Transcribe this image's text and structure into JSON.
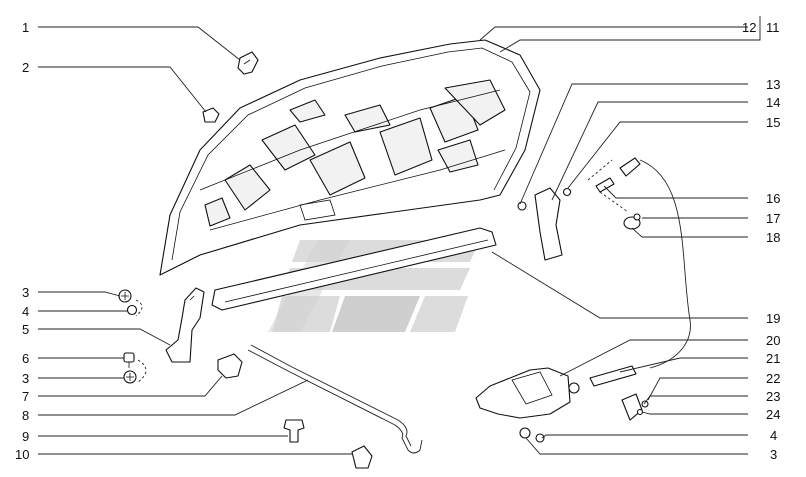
{
  "diagram": {
    "labels_left": [
      "1",
      "2",
      "3",
      "4",
      "5",
      "6",
      "3",
      "7",
      "8",
      "9",
      "10"
    ],
    "labels_right": [
      "12",
      "11",
      "13",
      "14",
      "15",
      "16",
      "17",
      "18",
      "19",
      "20",
      "21",
      "22",
      "23",
      "24",
      "4",
      "3"
    ],
    "colors": {
      "line": "#222222",
      "watermark": "#dcdcdc",
      "background": "#ffffff"
    }
  }
}
